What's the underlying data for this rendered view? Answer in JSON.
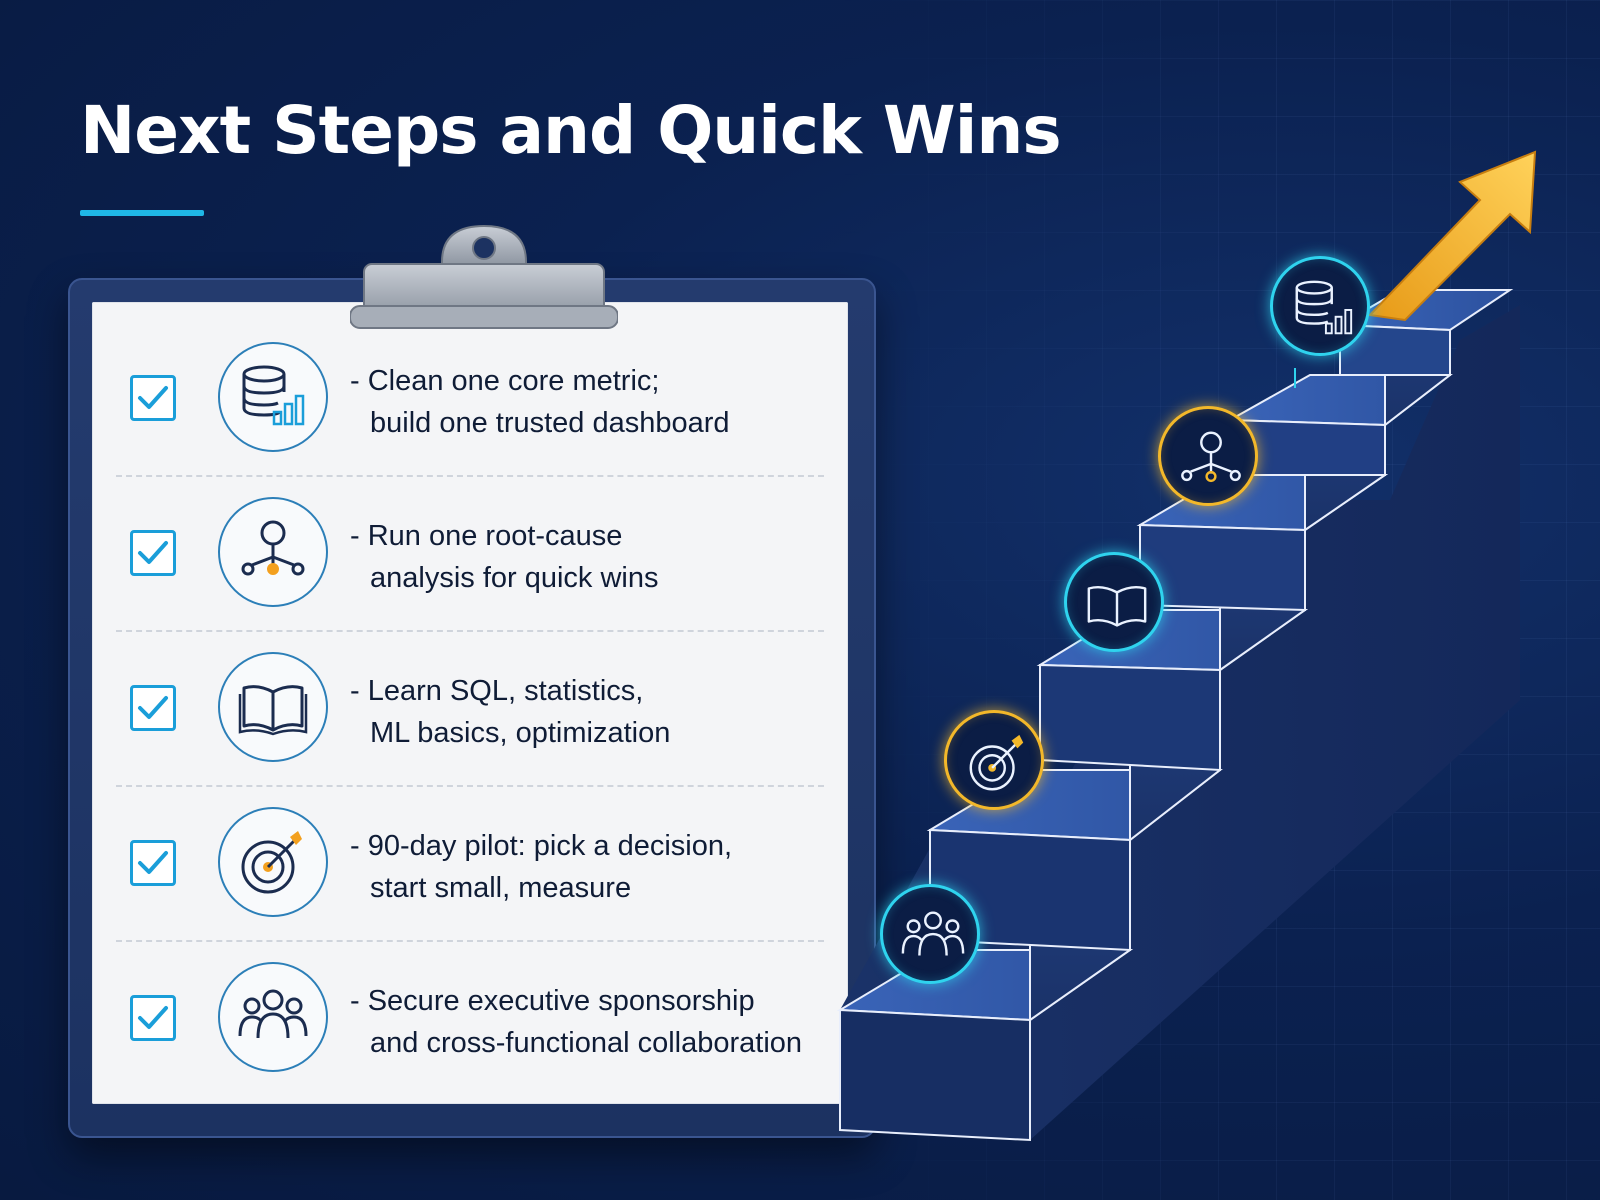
{
  "page": {
    "title": "Next Steps and Quick Wins"
  },
  "colors": {
    "background": "#0b2150",
    "accent_cyan": "#1fb7e6",
    "accent_gold": "#f3b82a",
    "paper": "#f4f5f7",
    "text_dark": "#0f1c36",
    "step_blue": "#2a4f99"
  },
  "checklist": {
    "items": [
      {
        "icon": "database-chart-icon",
        "line1": "- Clean one core metric;",
        "line2": "build one trusted dashboard",
        "checked": true
      },
      {
        "icon": "root-cause-network-icon",
        "line1": "- Run one root-cause",
        "line2": "analysis for quick wins",
        "checked": true
      },
      {
        "icon": "open-book-icon",
        "line1": "- Learn SQL, statistics,",
        "line2": "ML basics, optimization",
        "checked": true
      },
      {
        "icon": "target-arrow-icon",
        "line1": "- 90-day pilot: pick a decision,",
        "line2": "start small, measure",
        "checked": true
      },
      {
        "icon": "team-people-icon",
        "line1": "- Secure executive sponsorship",
        "line2": "and cross-functional collaboration",
        "checked": true
      }
    ]
  },
  "staircase": {
    "nodes": [
      {
        "icon": "team-people-icon",
        "glow": "cyan"
      },
      {
        "icon": "target-arrow-icon",
        "glow": "gold"
      },
      {
        "icon": "open-book-icon",
        "glow": "cyan"
      },
      {
        "icon": "root-cause-network-icon",
        "glow": "gold"
      },
      {
        "icon": "database-chart-icon",
        "glow": "cyan"
      }
    ],
    "arrow": "up-arrow-icon"
  }
}
